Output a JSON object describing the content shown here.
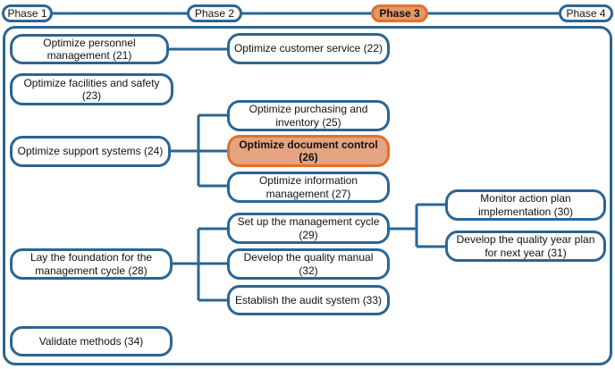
{
  "colors": {
    "outline": "#2b6594",
    "highlight_fill": "#e4a381",
    "highlight_border": "#e2702c",
    "phase_active_fill": "#e49766"
  },
  "phases": [
    {
      "label": "Phase 1",
      "active": false
    },
    {
      "label": "Phase 2",
      "active": false
    },
    {
      "label": "Phase 3",
      "active": true
    },
    {
      "label": "Phase 4",
      "active": false
    }
  ],
  "nodes": {
    "personnel": "Optimize personnel management (21)",
    "customer_service": "Optimize customer service (22)",
    "facilities": "Optimize facilities and safety (23)",
    "support_systems": "Optimize support systems (24)",
    "purchasing": "Optimize purchasing and inventory (25)",
    "document_control": "Optimize document control (26)",
    "information": "Optimize information management (27)",
    "foundation": "Lay the foundation for the management cycle (28)",
    "management_cycle": "Set up the management cycle (29)",
    "monitor": "Monitor action plan implementation (30)",
    "quality_manual": "Develop the quality manual (32)",
    "quality_year": "Develop the quality year plan for next year (31)",
    "audit": "Establish the audit system (33)",
    "validate": "Validate methods (34)"
  }
}
